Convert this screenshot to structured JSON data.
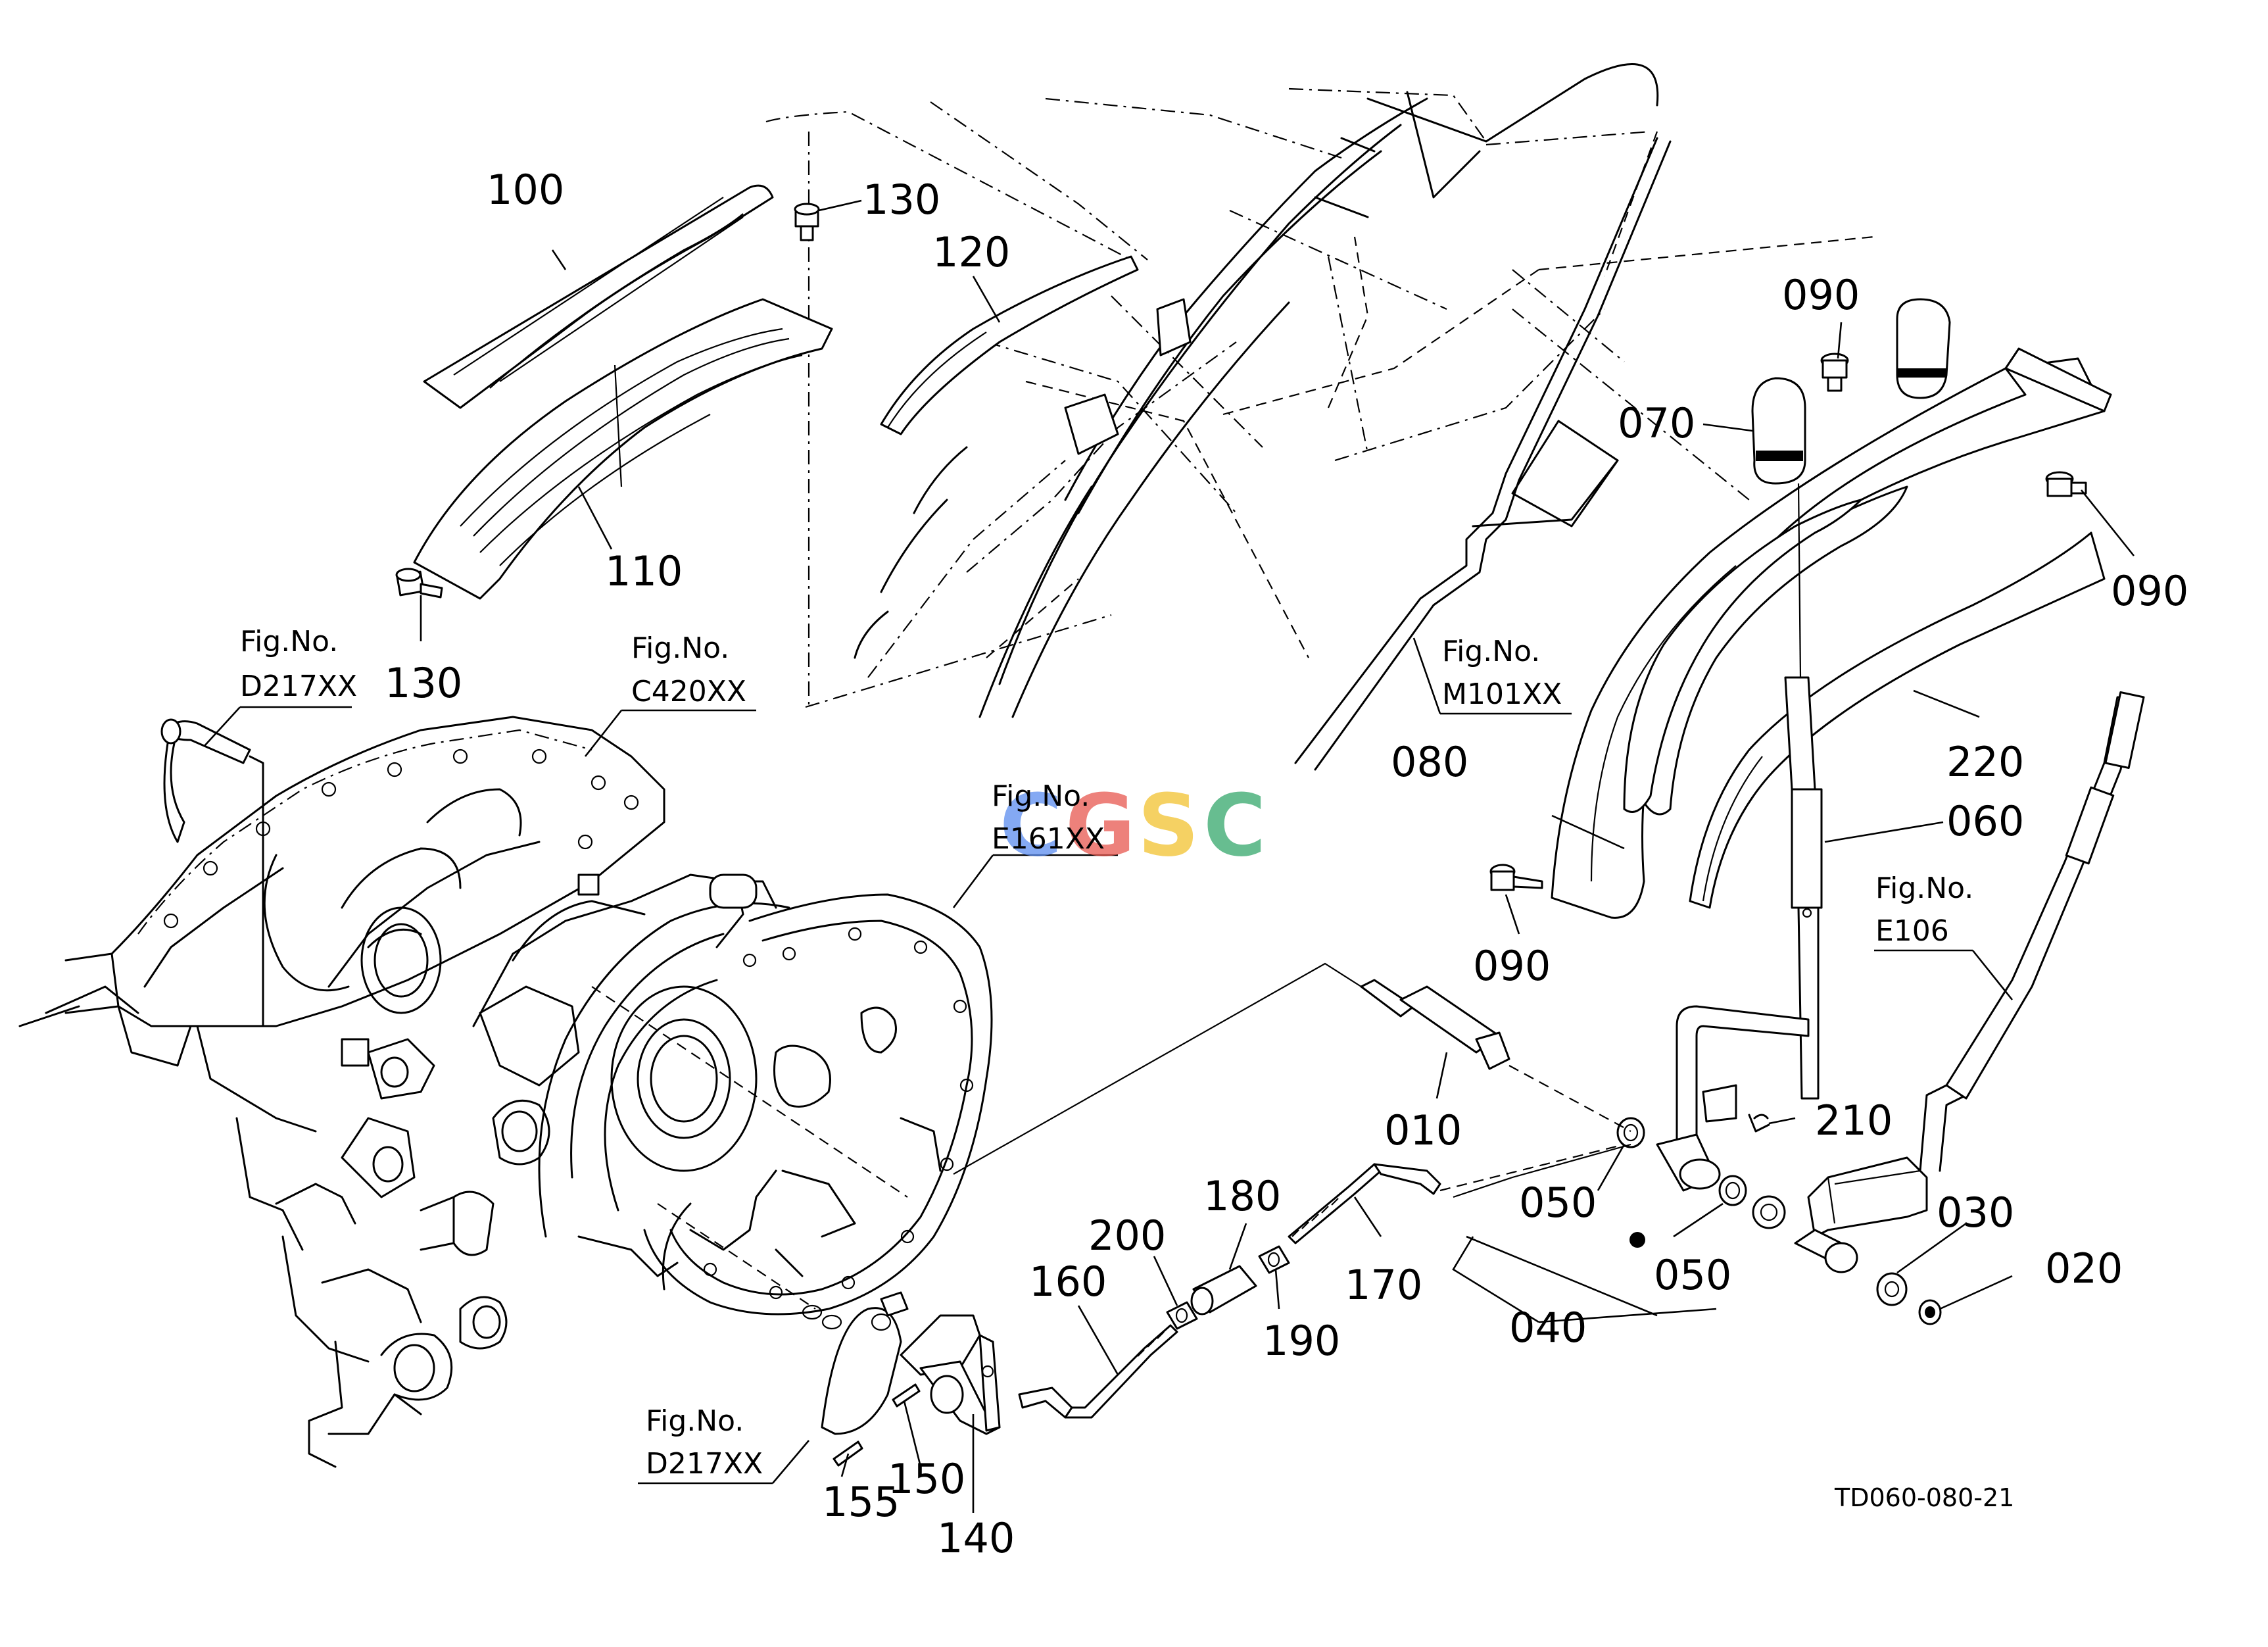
{
  "parts": [
    {
      "id": "p100",
      "label": "100"
    },
    {
      "id": "p130a",
      "label": "130"
    },
    {
      "id": "p120",
      "label": "120"
    },
    {
      "id": "p110",
      "label": "110"
    },
    {
      "id": "p130b",
      "label": "130"
    },
    {
      "id": "p090a",
      "label": "090"
    },
    {
      "id": "p070",
      "label": "070"
    },
    {
      "id": "p090b",
      "label": "090"
    },
    {
      "id": "p080",
      "label": "080"
    },
    {
      "id": "p220",
      "label": "220"
    },
    {
      "id": "p060",
      "label": "060"
    },
    {
      "id": "p090c",
      "label": "090"
    },
    {
      "id": "p010",
      "label": "010"
    },
    {
      "id": "p210",
      "label": "210"
    },
    {
      "id": "p050a",
      "label": "050"
    },
    {
      "id": "p050b",
      "label": "050"
    },
    {
      "id": "p030",
      "label": "030"
    },
    {
      "id": "p020",
      "label": "020"
    },
    {
      "id": "p040",
      "label": "040"
    },
    {
      "id": "p170",
      "label": "170"
    },
    {
      "id": "p180",
      "label": "180"
    },
    {
      "id": "p190",
      "label": "190"
    },
    {
      "id": "p200",
      "label": "200"
    },
    {
      "id": "p160",
      "label": "160"
    },
    {
      "id": "p155",
      "label": "155"
    },
    {
      "id": "p150",
      "label": "150"
    },
    {
      "id": "p140",
      "label": "140"
    }
  ],
  "fig_refs": [
    {
      "id": "fig-d217-top",
      "caption": "Fig.No.",
      "number": "D217XX"
    },
    {
      "id": "fig-c420",
      "caption": "Fig.No.",
      "number": "C420XX"
    },
    {
      "id": "fig-m101",
      "caption": "Fig.No.",
      "number": "M101XX"
    },
    {
      "id": "fig-e161",
      "caption": "Fig.No.",
      "number": "E161XX"
    },
    {
      "id": "fig-e106",
      "caption": "Fig.No.",
      "number": "E106"
    },
    {
      "id": "fig-d217-bottom",
      "caption": "Fig.No.",
      "number": "D217XX"
    }
  ],
  "drawing_code": "TD060-080-21",
  "watermark": {
    "letters": [
      "C",
      "G",
      "S",
      "C"
    ],
    "colors": [
      "#5b8def",
      "#e8584f",
      "#f2c230",
      "#35a86b"
    ]
  }
}
